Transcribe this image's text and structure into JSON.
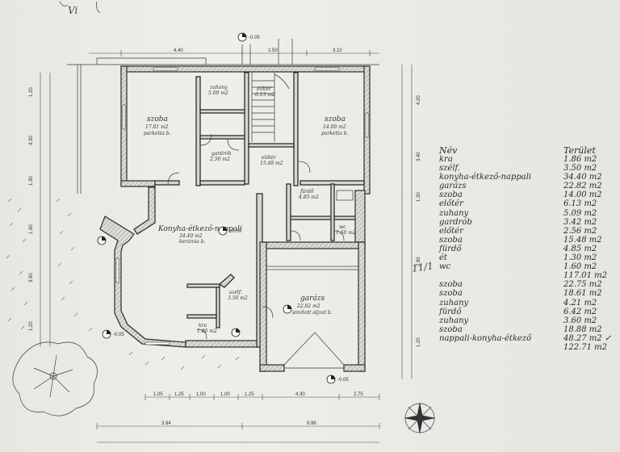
{
  "corner_note": "Vi",
  "margin_mark": "11/1",
  "rooms": {
    "szoba_left": {
      "name": "szoba",
      "area": "17.81 m2",
      "floor": "parketta b."
    },
    "zuhany_top": {
      "name": "zuhany",
      "area": "5.09 m2"
    },
    "eloter_top": {
      "name": "előtér",
      "area": "6.13 m2"
    },
    "szoba_right": {
      "name": "szoba",
      "area": "14.00 m2",
      "floor": "parketta b."
    },
    "gardrob": {
      "name": "gardrób",
      "area": "2.56 m2"
    },
    "eloter_mid": {
      "name": "előtér",
      "area": "15.48 m2"
    },
    "furdo": {
      "name": "fürdő",
      "area": "4.85 m2"
    },
    "konyha": {
      "name": "Konyha-étkező-nappali",
      "area": "34.40 m2",
      "floor": "kerámia b."
    },
    "wc": {
      "name": "wc",
      "area": "1.60 m2"
    },
    "szelf": {
      "name": "szélf.",
      "area": "3.50 m2"
    },
    "kra": {
      "name": "kra",
      "area": "1.86 m2"
    },
    "garazs": {
      "name": "garázs",
      "area": "22.82 m2",
      "floor": "simított aljzat b."
    }
  },
  "level_marks": [
    "-0.05",
    "±0.00",
    "-0.05",
    "-0.05"
  ],
  "dimensions": {
    "bottom_row1": [
      "1.05",
      "1.25",
      "1.00",
      "1.00",
      "1.25",
      "4.30",
      "2.75"
    ],
    "bottom_row2": [
      "3.94",
      "9.96"
    ],
    "top_row": [
      "4.40",
      "2.50",
      "3.10"
    ],
    "left_col": [
      "1.20",
      "4.30",
      "1.30",
      "1.90",
      "3.90",
      "1.20"
    ],
    "right_col": [
      "4.20",
      "3.40",
      "1.30",
      "2.80",
      "1.20"
    ]
  },
  "legend": {
    "header_left": "Név",
    "header_right": "Terület",
    "names": [
      "kra",
      "szélf.",
      "konyha-étkező-nappali",
      "garázs",
      "szoba",
      "előtér",
      "zuhany",
      "gardrób",
      "előtér",
      "szoba",
      "fürdő",
      "ét",
      "wc",
      "",
      "szoba",
      "szoba",
      "zuhany",
      "fürdő",
      "zuhany",
      "szoba",
      "nappali-konyha-étkező",
      ""
    ],
    "areas": [
      "1.86 m2",
      "3.50 m2",
      "34.40 m2",
      "22.82 m2",
      "14.00 m2",
      "6.13 m2",
      "5.09 m2",
      "3.42 m2",
      "2.56 m2",
      "15.48 m2",
      "4.85 m2",
      "1.30 m2",
      "1.60 m2",
      "117.01 m2",
      "22.75 m2",
      "18.61 m2",
      "4.21 m2",
      "6.42 m2",
      "3.60 m2",
      "18.88 m2",
      "48.27 m2 ✓",
      "122.71 m2"
    ]
  }
}
